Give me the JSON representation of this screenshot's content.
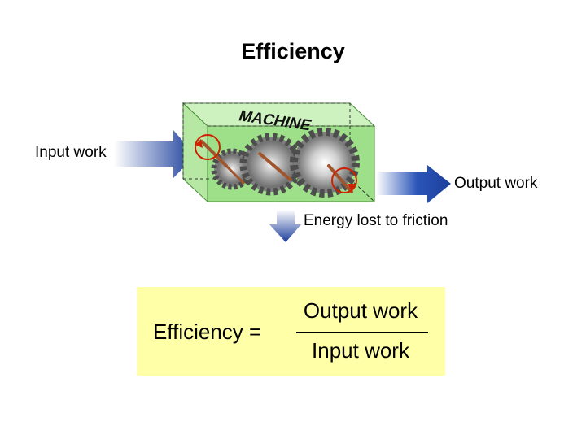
{
  "title": "Efficiency",
  "labels": {
    "input_work": "Input work",
    "output_work": "Output work",
    "friction": "Energy lost to friction",
    "machine": "MACHINE"
  },
  "formula": {
    "lhs": "Efficiency =",
    "numerator": "Output work",
    "denominator": "Input work"
  },
  "colors": {
    "arrow_blue": "#1c3f9c",
    "box_green": "#9ee08a",
    "box_top": "#cdf2c0",
    "gear_gray": "#7d7d7d",
    "shaft_brown": "#a0552d",
    "friction_mark": "#cc2200",
    "formula_bg": "#ffffa8"
  }
}
